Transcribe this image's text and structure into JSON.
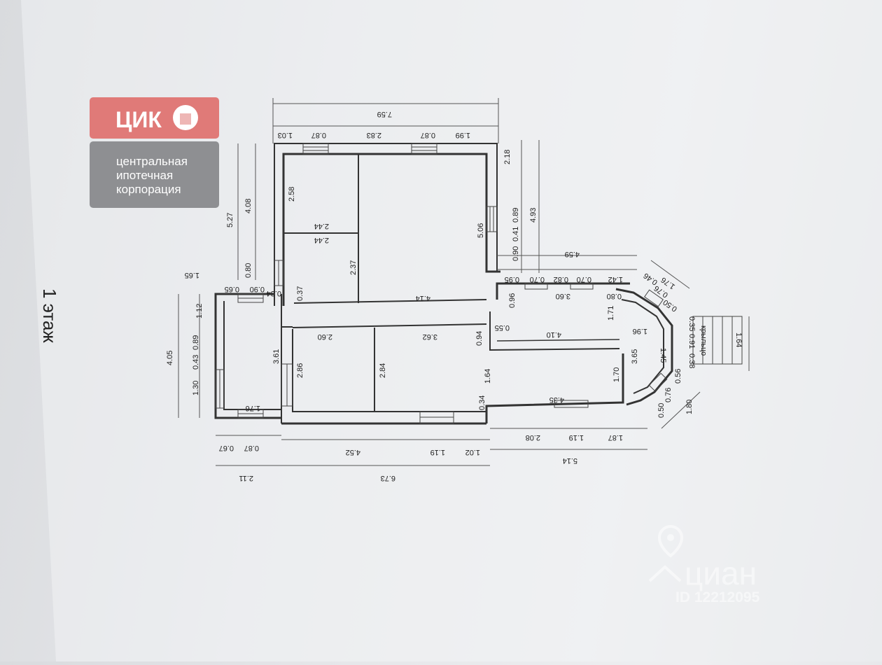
{
  "floor_title": "1 этаж",
  "logo": {
    "mark": "ЦИК",
    "line1": "центральная",
    "line2": "ипотечная",
    "line3": "корпорация",
    "red": "#e07a78",
    "grey": "#8e8f92"
  },
  "watermark": {
    "brand": "циан",
    "id_text": "ID 12212095"
  },
  "stairs_label": "крыльцо",
  "dimensions": [
    "7.59",
    "1.03",
    "0.87",
    "2.83",
    "0.87",
    "1.99",
    "2.18",
    "4.93",
    "0.89",
    "5.06",
    "0.41",
    "0.90",
    "5.27",
    "4.08",
    "2.58",
    "2.44",
    "2.44",
    "2.37",
    "4.14",
    "1.65",
    "0.80",
    "0.90",
    "0.65",
    "0.34",
    "0.37",
    "4.59",
    "0.95",
    "0.70",
    "0.82",
    "0.70",
    "1.42",
    "1.76",
    "0.46",
    "0.76",
    "0.50",
    "0.96",
    "3.60",
    "0.80",
    "1.71",
    "1.96",
    "0.55",
    "0.94",
    "4.10",
    "1.45",
    "0.91",
    "0.35",
    "0.38",
    "1.64",
    "1.12",
    "0.89",
    "0.43",
    "1.30",
    "4.05",
    "3.61",
    "2.86",
    "2.84",
    "2.60",
    "3.62",
    "1.64",
    "3.65",
    "1.70",
    "4.35",
    "0.34",
    "1.76",
    "0.56",
    "0.76",
    "0.50",
    "1.80",
    "0.87",
    "0.67",
    "4.52",
    "1.19",
    "1.02",
    "2.08",
    "1.19",
    "1.87",
    "5.14",
    "2.11",
    "6.73"
  ]
}
